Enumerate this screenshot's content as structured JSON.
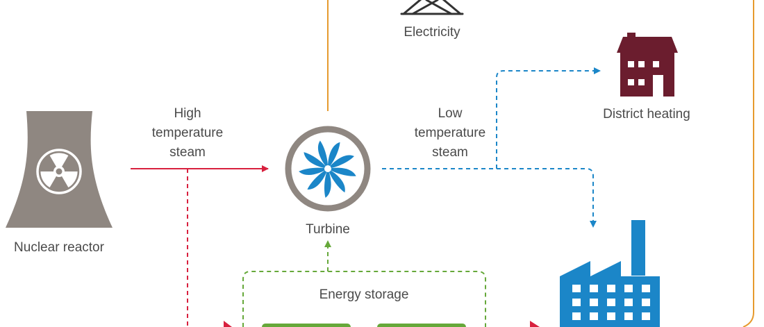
{
  "labels": {
    "electricity": "Electricity",
    "district_heating": "District heating",
    "high_temp_steam": [
      "High",
      "temperature",
      "steam"
    ],
    "low_temp_steam": [
      "Low",
      "temperature",
      "steam"
    ],
    "turbine": "Turbine",
    "nuclear_reactor": "Nuclear reactor",
    "energy_storage": "Energy storage"
  },
  "colors": {
    "text": "#4a4a4a",
    "reactor_tower": "#8f8781",
    "high_temp_steam": "#d8203e",
    "low_temp_steam": "#1b86c8",
    "electricity_line": "#e69a2e",
    "energy_storage": "#66a83a",
    "turbine_blue": "#1b86c8",
    "turbine_ring": "#8f8781",
    "house": "#6b1d2e",
    "factory": "#1b86c8",
    "pylon": "#333333"
  },
  "icons": {
    "reactor": "cooling-tower-icon",
    "radiation": "radiation-icon",
    "turbine": "turbine-icon",
    "pylon": "power-pylon-icon",
    "house": "house-icon",
    "factory": "factory-icon"
  }
}
